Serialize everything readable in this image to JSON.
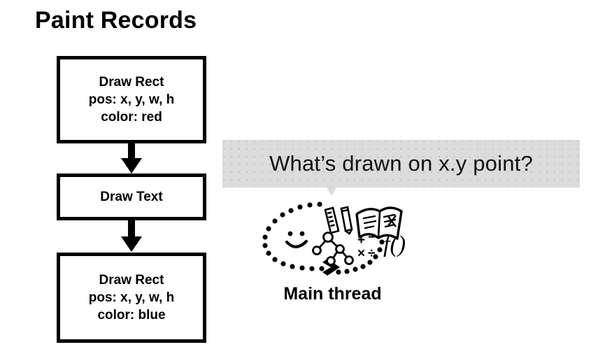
{
  "page": {
    "title": "Paint Records",
    "background_color": "#ffffff",
    "ink_color": "#000000"
  },
  "flow": {
    "boxes": [
      {
        "name": "draw-rect-red",
        "lines": [
          "Draw Rect",
          "pos: x, y, w, h",
          "color: red"
        ]
      },
      {
        "name": "draw-text",
        "lines": [
          "Draw Text"
        ]
      },
      {
        "name": "draw-rect-blue",
        "lines": [
          "Draw Rect",
          "pos: x, y, w, h",
          "color: blue"
        ]
      }
    ],
    "arrow_direction": "down",
    "border_color": "#000000"
  },
  "speech_bubble": {
    "text": "What’s drawn on x.y point?",
    "background_color": "#dcdcdc",
    "tail": "down"
  },
  "main_thread": {
    "label": "Main thread",
    "icons": [
      "smiley-face-icon",
      "ruler-icon",
      "pencil-icon",
      "open-book-icon",
      "binary-tree-icon",
      "math-operators-icon",
      "function-notation-icon",
      "dotted-loop-arrow-icon"
    ],
    "math_operators": [
      "+",
      "−",
      "×",
      "÷"
    ],
    "function_notation": "f()"
  }
}
